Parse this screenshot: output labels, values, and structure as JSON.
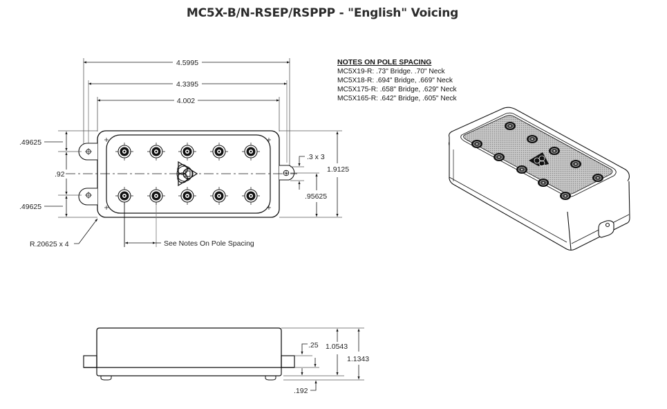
{
  "title": "MC5X-B/N-RSEP/RSPPP - \"English\" Voicing",
  "notes": {
    "heading": "NOTES ON POLE SPACING",
    "lines": [
      "MC5X19-R:  .73\" Bridge. .70\" Neck",
      "MC5X18-R:  .694\" Bridge, .669\" Neck",
      "MC5X175-R:  .658\" Bridge, .629\" Neck",
      "MC5X165-R:  .642\" Bridge, .605\" Neck"
    ]
  },
  "top_view": {
    "dims": {
      "overall_width": "4.5995",
      "tab_width": "4.3395",
      "body_width": "4.002",
      "top_offset": ".49625",
      "center_gap": ".92",
      "bottom_offset": ".49625",
      "overall_height": "1.9125",
      "half_height": ".95625",
      "tab_hole": ".3 x 3",
      "corner_radius": "R.20625 x 4",
      "pole_spacing_note": "See Notes On Pole Spacing"
    },
    "pole_rows": 2,
    "poles_per_row": 5
  },
  "side_view": {
    "dims": {
      "tab_thickness": ".25",
      "body_height": "1.0543",
      "total_height": "1.1343",
      "foot_height": ".192"
    }
  },
  "iso_view": {
    "pole_count": 10
  }
}
